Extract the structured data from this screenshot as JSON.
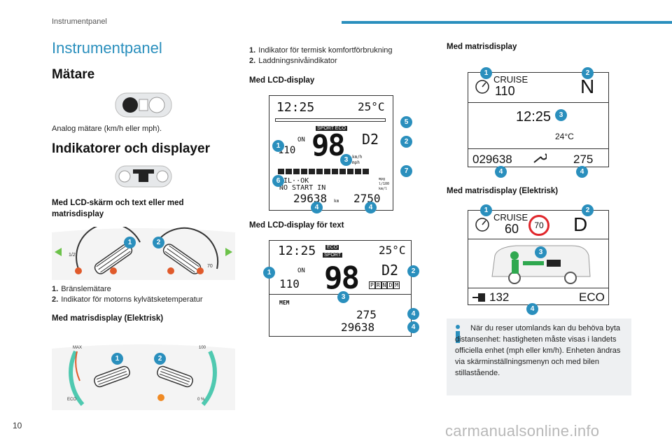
{
  "header": {
    "section": "Instrumentpanel"
  },
  "page_number": "10",
  "watermark": "carmanualsonline.info",
  "col1": {
    "title": "Instrumentpanel",
    "gauges_heading": "Mätare",
    "gauges_caption": "Analog mätare (km/h eller mph).",
    "indicators_heading": "Indikatorer och displayer",
    "lcd_text_heading": "Med LCD-skärm och text eller med matrisdisplay",
    "list": [
      {
        "num": "1.",
        "text": "Bränslemätare"
      },
      {
        "num": "2.",
        "text": "Indikator för motorns kylvätsketemperatur"
      }
    ],
    "matrix_electric_heading": "Med matrisdisplay (Elektrisk)",
    "fig_labels": {
      "half": "1/2",
      "seventy": "70",
      "max": "MAX",
      "hundred": "100",
      "eco": "ECO",
      "zero_pct": "0 %"
    }
  },
  "col2": {
    "list": [
      {
        "num": "1.",
        "text": "Indikator för termisk komfortförbrukning"
      },
      {
        "num": "2.",
        "text": "Laddningsnivåindikator"
      }
    ],
    "lcd_heading": "Med LCD-display",
    "lcd_text_heading": "Med LCD-display för text",
    "lcd1": {
      "time": "12:25",
      "temp": "25°C",
      "mode": "SPORT ECO",
      "cruise_on": "ON",
      "cruise_speed": "110",
      "speed": "98",
      "gear": "D2",
      "unit": "km/h",
      "mph": "mph",
      "oil": "OIL··OK",
      "start": "NO START IN",
      "odo": "29638",
      "km": "km",
      "trip": "2750",
      "cons": "mpg l/100 km/l"
    },
    "lcd2": {
      "time": "12:25",
      "temp": "25°C",
      "eco": "ECO",
      "sport": "SPORT",
      "cruise_on": "ON",
      "cruise_speed": "110",
      "speed": "98",
      "gear": "D2",
      "prndm": [
        "P",
        "R",
        "N",
        "D",
        "M"
      ],
      "mem": "MEM",
      "trip": "275",
      "odo": "29638"
    }
  },
  "col3": {
    "matrix_heading": "Med matrisdisplay",
    "matrix": {
      "cruise": "CRUISE",
      "speed": "110",
      "gear": "N",
      "time": "12:25",
      "temp": "24°C",
      "odo": "029638",
      "range": "275"
    },
    "matrix_electric_heading": "Med matrisdisplay (Elektrisk)",
    "matrix_electric": {
      "cruise": "CRUISE",
      "speed": "60",
      "limit": "70",
      "gear": "D",
      "range": "132",
      "mode": "ECO"
    },
    "info": "När du reser utomlands kan du behöva byta distansenhet: hastigheten måste visas i landets officiella enhet (mph eller km/h). Enheten ändras via skärminställningsmenyn och med bilen stillastående."
  },
  "colors": {
    "accent": "#2a8fbd",
    "warning": "#e05a2b",
    "green": "#2fa84f"
  }
}
